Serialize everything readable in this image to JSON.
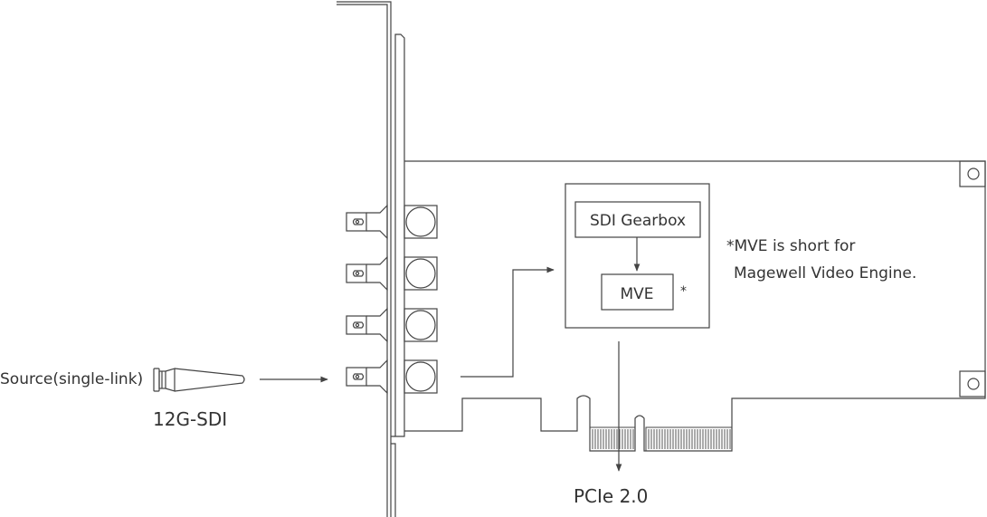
{
  "labels": {
    "source": "Source(single-link)",
    "input_type": "12G-SDI",
    "gearbox": "SDI Gearbox",
    "mve": "MVE",
    "asterisk": "*",
    "note_line1": "*MVE is short for",
    "note_line2": "Magewell Video Engine.",
    "bus": "PCIe 2.0"
  },
  "connectors": {
    "count": 4,
    "active_index": 3
  },
  "colors": {
    "line": "#444444",
    "text": "#333333",
    "background": "#ffffff"
  }
}
